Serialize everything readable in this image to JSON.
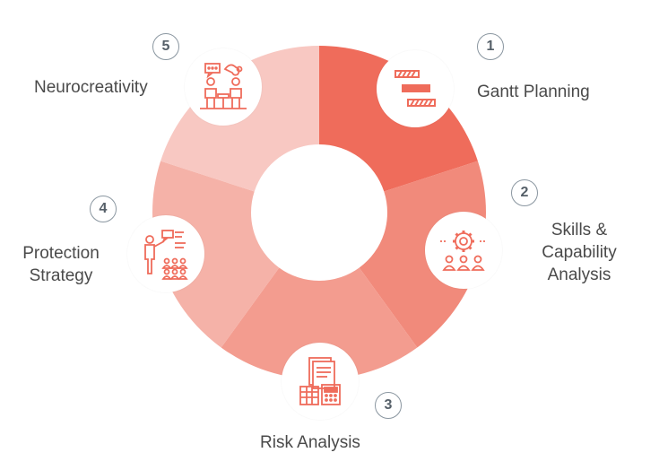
{
  "segments": [
    {
      "number": "1",
      "label": "Gantt Planning",
      "icon": "gantt-chart-icon",
      "color": "#ef6c5b"
    },
    {
      "number": "2",
      "label": "Skills & Capability Analysis",
      "icon": "team-gear-icon",
      "color": "#f18a7b"
    },
    {
      "number": "3",
      "label": "Risk Analysis",
      "icon": "documents-calculator-icon",
      "color": "#f39c8f"
    },
    {
      "number": "4",
      "label": "Protection Strategy",
      "icon": "presenter-audience-icon",
      "color": "#f5b2a8"
    },
    {
      "number": "5",
      "label": "Neurocreativity",
      "icon": "team-brainstorm-icon",
      "color": "#f8c8c2"
    }
  ],
  "label_lines": {
    "seg1": [
      "Gantt Planning"
    ],
    "seg2": [
      "Skills &",
      "Capability",
      "Analysis"
    ],
    "seg3": [
      "Risk Analysis"
    ],
    "seg4": [
      "Protection",
      "Strategy"
    ],
    "seg5": [
      "Neurocreativity"
    ]
  },
  "icon_color": "#ef6c5b",
  "number_color": "#555f68"
}
